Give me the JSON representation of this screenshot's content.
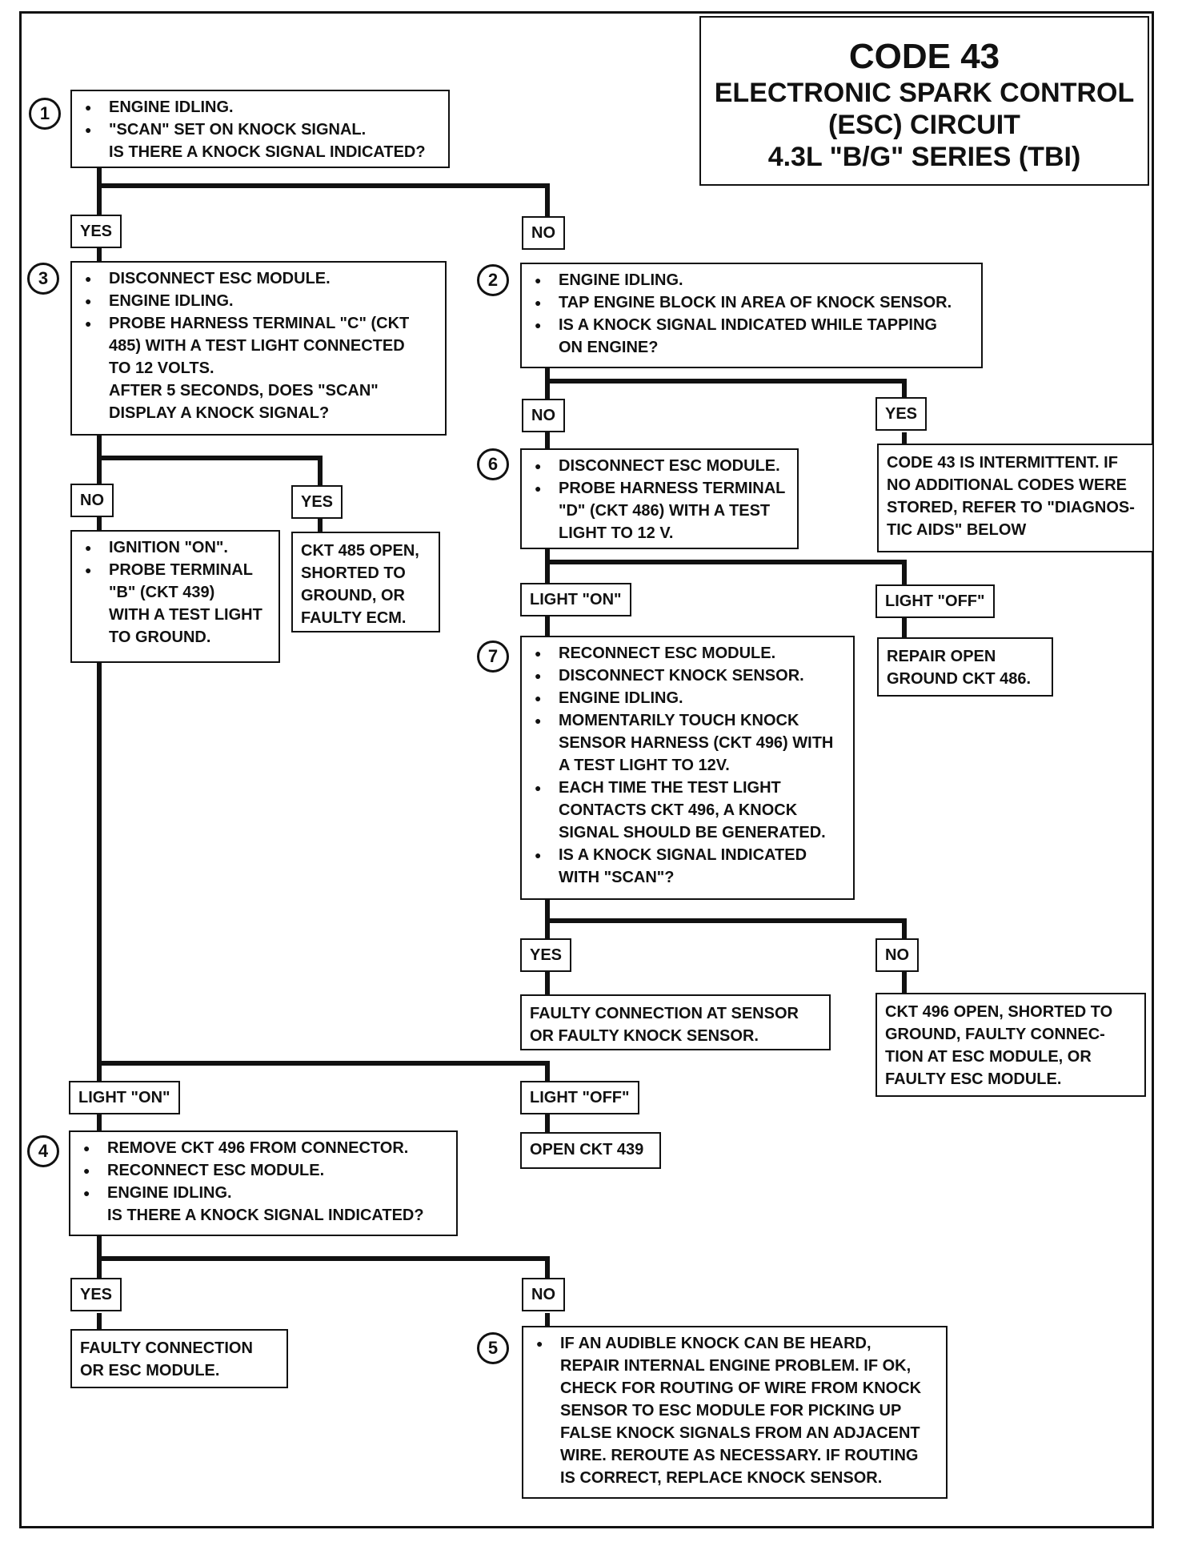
{
  "title": {
    "code": "CODE 43",
    "line1": "ELECTRONIC SPARK CONTROL",
    "line2": "(ESC) CIRCUIT",
    "line3": "4.3L \"B/G\" SERIES (TBI)"
  },
  "steps": {
    "s1": {
      "num": "1",
      "lines": [
        "ENGINE IDLING.",
        "\"SCAN\" SET ON KNOCK SIGNAL.",
        "IS THERE A KNOCK SIGNAL INDICATED?"
      ]
    },
    "s2": {
      "num": "2",
      "lines": [
        "ENGINE IDLING.",
        "TAP ENGINE BLOCK IN AREA OF KNOCK SENSOR.",
        "IS A KNOCK SIGNAL INDICATED WHILE TAPPING",
        "ON ENGINE?"
      ]
    },
    "s3": {
      "num": "3",
      "lines": [
        "DISCONNECT ESC MODULE.",
        "ENGINE IDLING.",
        "PROBE HARNESS TERMINAL \"C\" (CKT",
        "485) WITH A TEST LIGHT CONNECTED",
        "TO 12 VOLTS.",
        "AFTER 5 SECONDS, DOES \"SCAN\"",
        "DISPLAY A KNOCK SIGNAL?"
      ]
    },
    "s4": {
      "num": "4",
      "lines": [
        "REMOVE CKT 496 FROM CONNECTOR.",
        "RECONNECT ESC MODULE.",
        "ENGINE IDLING.",
        "IS THERE A KNOCK SIGNAL INDICATED?"
      ]
    },
    "s5": {
      "num": "5",
      "lines": [
        "IF AN AUDIBLE KNOCK CAN BE HEARD,",
        "REPAIR INTERNAL ENGINE PROBLEM. IF OK,",
        "CHECK FOR ROUTING OF WIRE FROM KNOCK",
        "SENSOR TO ESC MODULE FOR PICKING UP",
        "FALSE KNOCK SIGNALS FROM AN ADJACENT",
        "WIRE. REROUTE AS NECESSARY. IF ROUTING",
        "IS CORRECT, REPLACE KNOCK SENSOR."
      ]
    },
    "s6": {
      "num": "6",
      "lines": [
        "DISCONNECT ESC MODULE.",
        "PROBE HARNESS TERMINAL",
        "\"D\" (CKT 486) WITH A TEST",
        "LIGHT TO 12 V."
      ]
    },
    "s7": {
      "num": "7",
      "lines": [
        "RECONNECT ESC MODULE.",
        "DISCONNECT KNOCK SENSOR.",
        "ENGINE IDLING.",
        "MOMENTARILY TOUCH KNOCK",
        "SENSOR HARNESS (CKT 496) WITH",
        "A TEST LIGHT TO 12V.",
        "EACH TIME THE TEST LIGHT",
        "CONTACTS CKT 496, A KNOCK",
        "SIGNAL SHOULD BE GENERATED.",
        "IS A KNOCK SIGNAL INDICATED",
        "WITH \"SCAN\"?"
      ]
    },
    "ign": {
      "lines": [
        "IGNITION \"ON\".",
        "PROBE TERMINAL",
        "\"B\" (CKT 439)",
        "WITH A TEST LIGHT",
        "TO GROUND."
      ]
    }
  },
  "results": {
    "ckt485": [
      "CKT 485 OPEN,",
      "SHORTED TO",
      "GROUND, OR",
      "FAULTY ECM."
    ],
    "intermittent": [
      "CODE 43 IS INTERMITTENT. IF",
      "NO ADDITIONAL CODES WERE",
      "STORED, REFER TO \"DIAGNOS-",
      "TIC AIDS\" BELOW"
    ],
    "repair486": [
      "REPAIR OPEN",
      "GROUND CKT 486."
    ],
    "faultySensor": [
      "FAULTY CONNECTION AT SENSOR",
      "OR FAULTY KNOCK SENSOR."
    ],
    "ckt496": [
      "CKT 496 OPEN, SHORTED TO",
      "GROUND, FAULTY CONNEC-",
      "TION AT ESC MODULE, OR",
      "FAULTY ESC MODULE."
    ],
    "open439": [
      "OPEN CKT 439"
    ],
    "faultyConn": [
      "FAULTY CONNECTION",
      "OR ESC MODULE."
    ]
  },
  "labels": {
    "yes": "YES",
    "no": "NO",
    "lightOn": "LIGHT \"ON\"",
    "lightOff": "LIGHT \"OFF\""
  }
}
